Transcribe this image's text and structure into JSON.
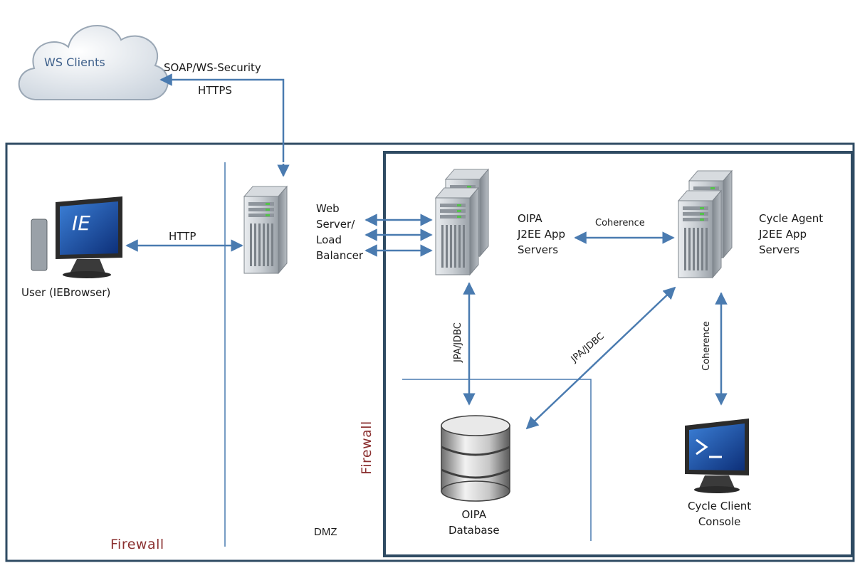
{
  "diagram": {
    "ws_clients": "WS Clients",
    "protocol_soap": "SOAP/WS-Security",
    "protocol_https": "HTTPS",
    "protocol_http": "HTTP",
    "user_label": "User (IEBrowser)",
    "ie_logo": "IE",
    "web_server_label": "Web\nServer/\nLoad\nBalancer",
    "oipa_servers_label": "OIPA\nJ2EE App\nServers",
    "cycle_agent_label": "Cycle Agent\nJ2EE App\nServers",
    "coherence_h": "Coherence",
    "coherence_v": "Coherence",
    "jpa_jdbc_v": "JPA/JDBC",
    "jpa_jdbc_diag": "JPA/JDBC",
    "oipa_db_label": "OIPA\nDatabase",
    "cycle_console_label": "Cycle Client\nConsole",
    "firewall_bottom": "Firewall",
    "firewall_vertical": "Firewall",
    "dmz": "DMZ",
    "colors": {
      "frame": "#2f4b63",
      "arrow": "#4a7bb0",
      "firewall_text": "#8b3030"
    }
  }
}
